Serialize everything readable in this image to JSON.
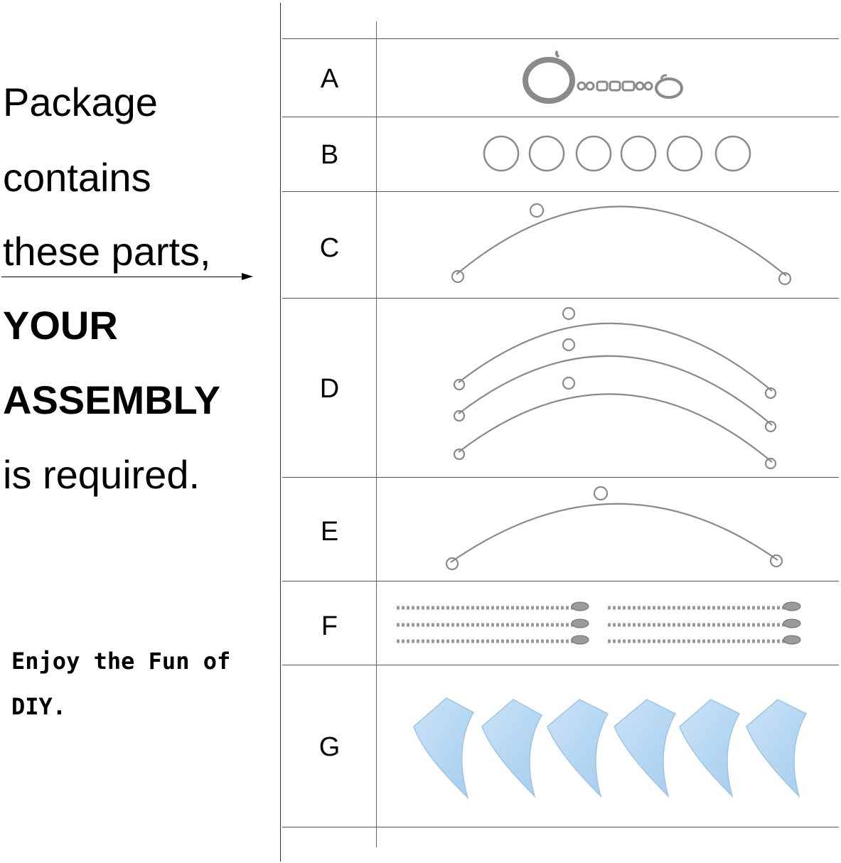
{
  "intro": {
    "line1": "Package",
    "line2": "contains",
    "line3": "these parts,",
    "line4": "YOUR",
    "line5": "ASSEMBLY",
    "line6": "is required."
  },
  "tagline": {
    "line1": "Enjoy the Fun of",
    "line2": "DIY."
  },
  "parts": [
    {
      "label": "A",
      "item": "lobster-clasp-swivel"
    },
    {
      "label": "B",
      "item": "jump-rings"
    },
    {
      "label": "C",
      "item": "wire-arc"
    },
    {
      "label": "D",
      "item": "wire-arcs"
    },
    {
      "label": "E",
      "item": "wire-arc"
    },
    {
      "label": "F",
      "item": "ball-chains"
    },
    {
      "label": "G",
      "item": "crystal-drops"
    }
  ],
  "colors": {
    "metal": "#8a8a8a",
    "crystal": "#b4d6f2"
  }
}
